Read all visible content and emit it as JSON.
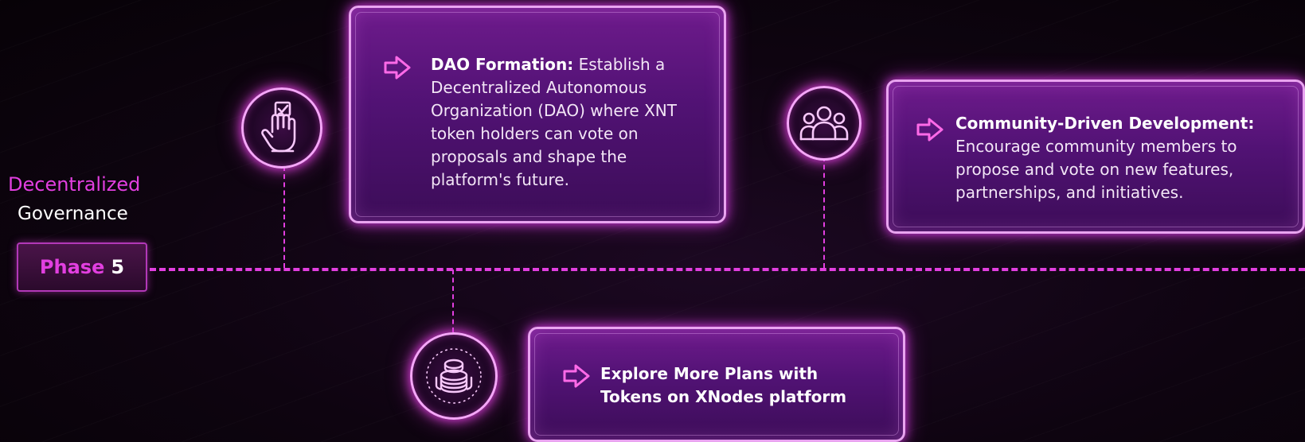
{
  "phase": {
    "title_line1": "Decentralized",
    "title_line2": "Governance",
    "label": "Phase",
    "number": "5"
  },
  "cards": [
    {
      "heading": "DAO Formation:",
      "body": " Establish a Decentralized Autonomous Organization (DAO) where XNT token holders can vote on proposals and shape the platform's future.",
      "icon": "hand-vote-checkbox-icon"
    },
    {
      "heading": "Community-Driven Development:",
      "body": "Encourage community members to propose and vote on new features, partnerships, and initiatives.",
      "icon": "community-people-icon"
    },
    {
      "heading": "Explore More Plans with Tokens on XNodes platform",
      "body": "",
      "icon": "token-stack-icon"
    }
  ],
  "colors": {
    "accent": "#e23fe0",
    "card_border": "#e9a4f0",
    "card_fill": "#5a1478",
    "background": "#0e0410"
  }
}
